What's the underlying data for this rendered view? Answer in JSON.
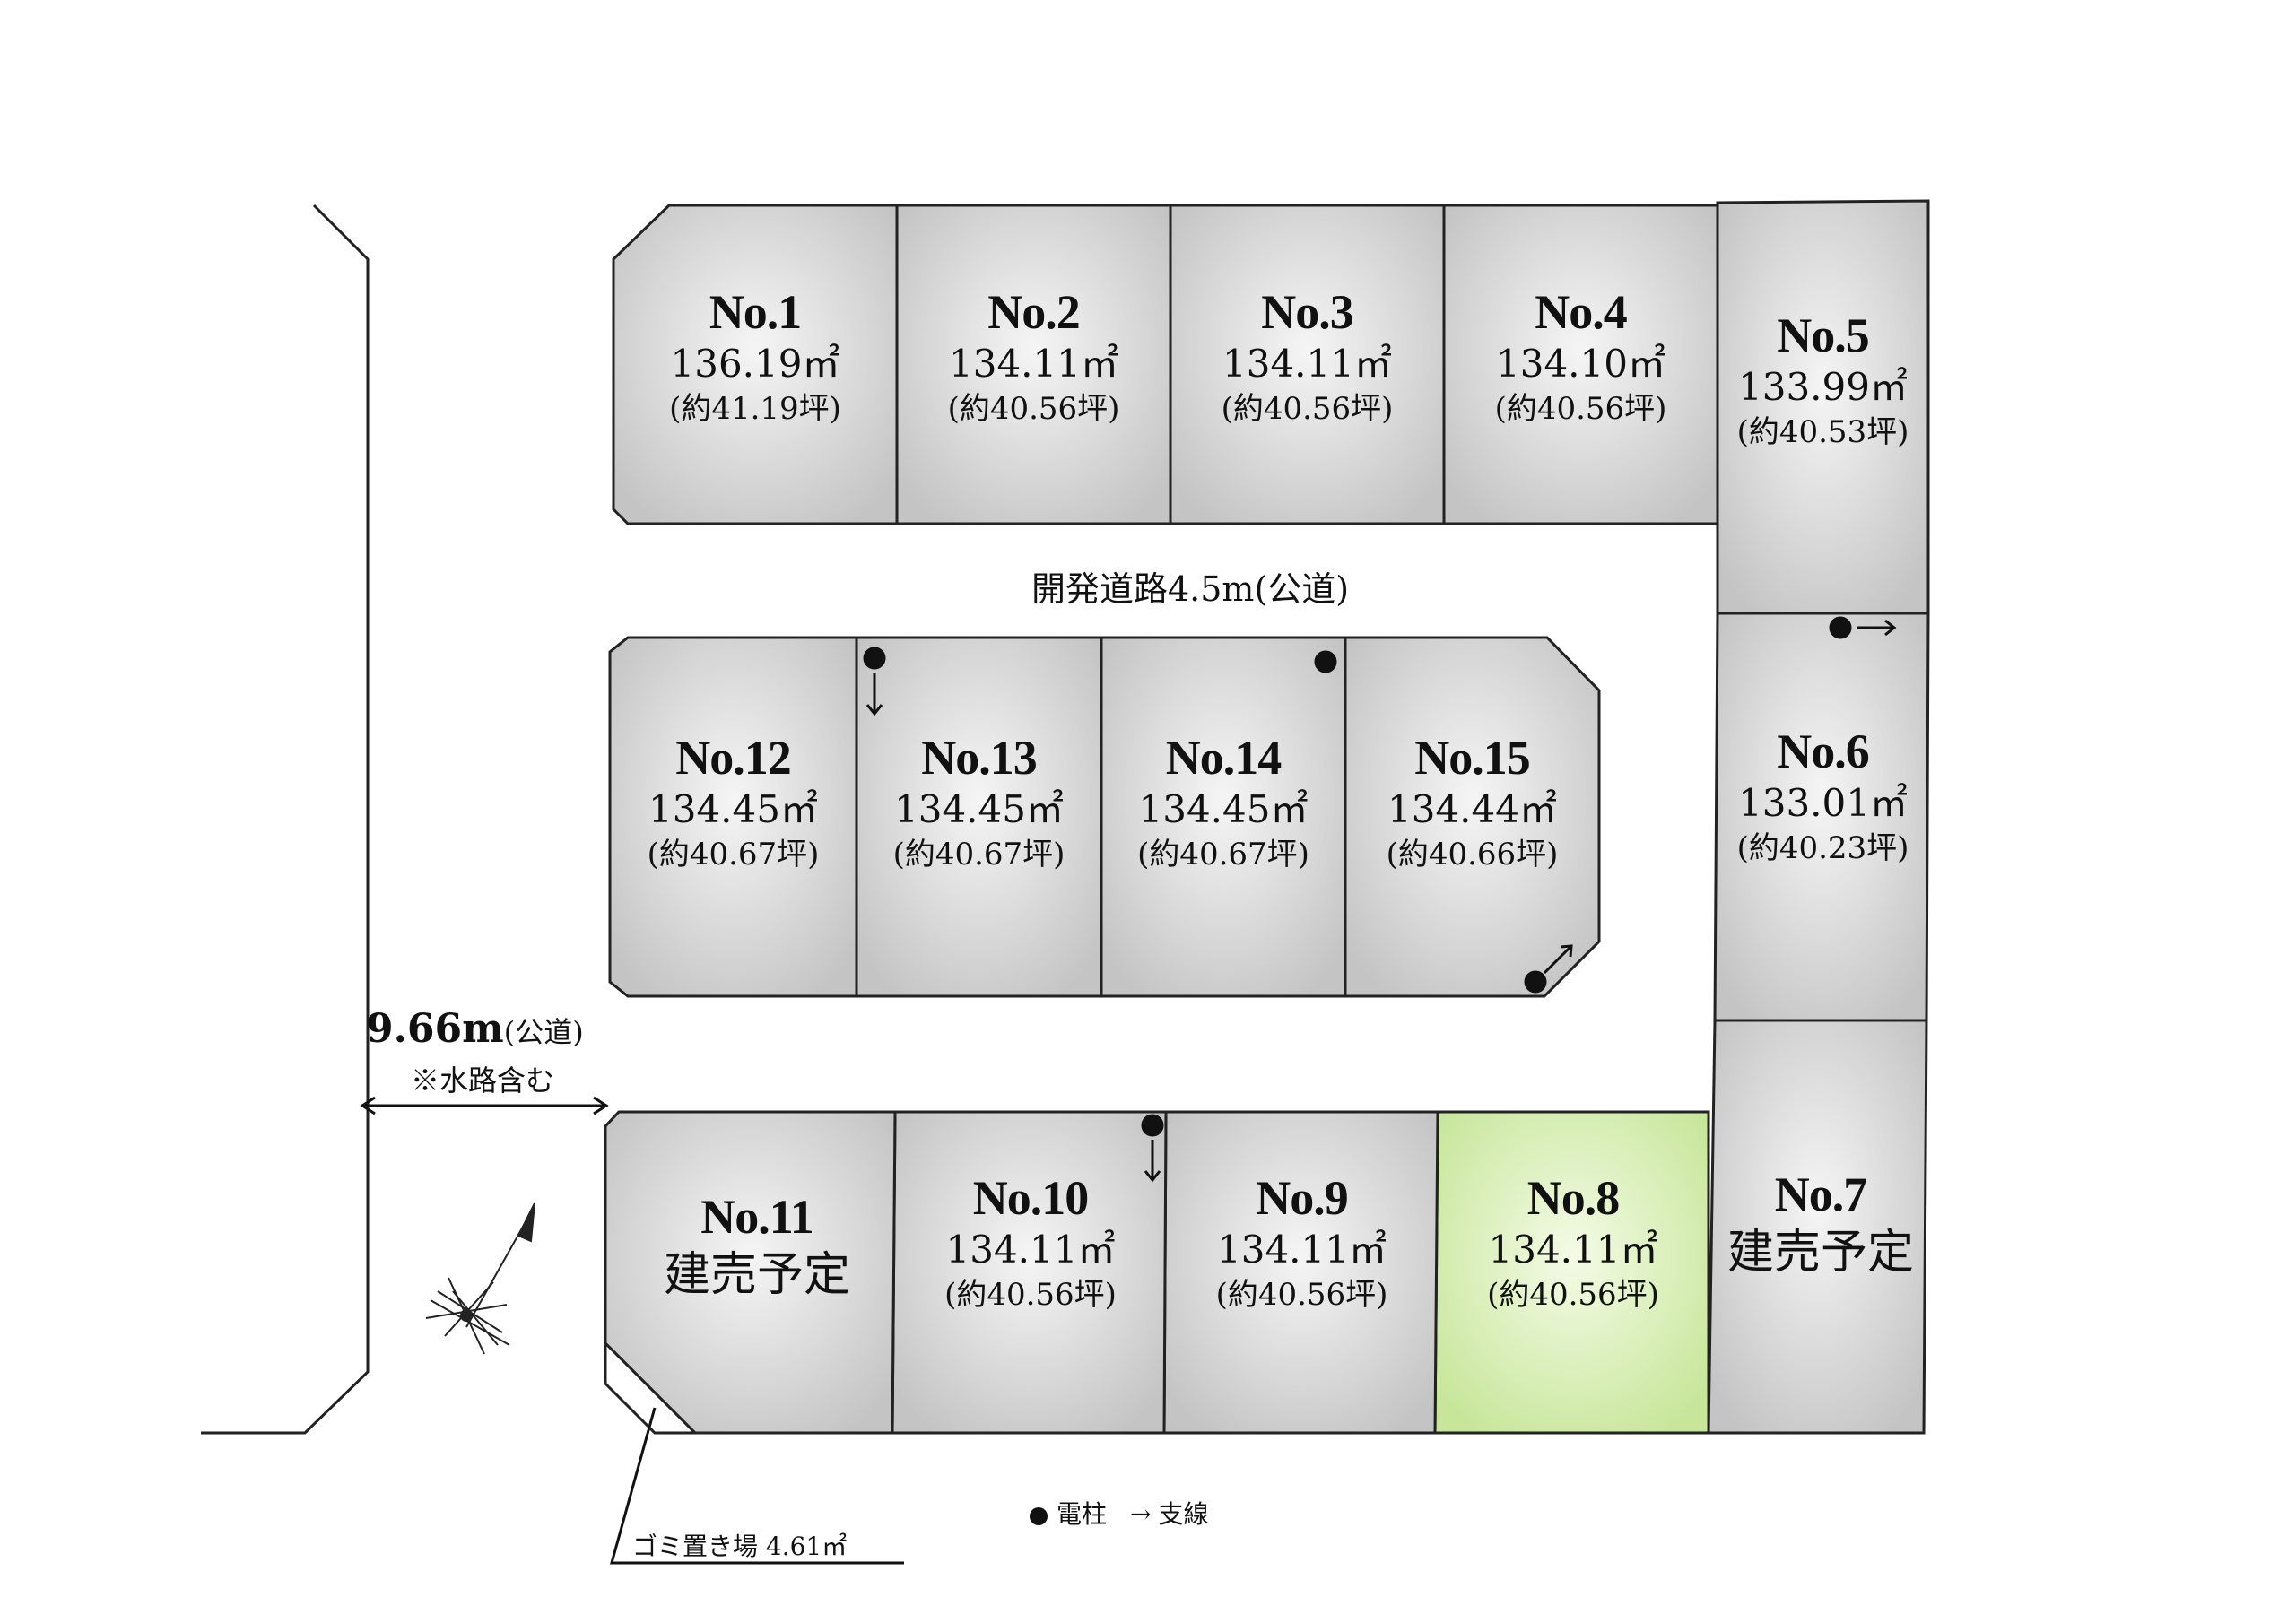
{
  "lots": [
    {
      "id": "1",
      "number": "No.1",
      "area": "136.19㎡",
      "tsubo": "(約41.19坪)",
      "status": null,
      "highlight": false
    },
    {
      "id": "2",
      "number": "No.2",
      "area": "134.11㎡",
      "tsubo": "(約40.56坪)",
      "status": null,
      "highlight": false
    },
    {
      "id": "3",
      "number": "No.3",
      "area": "134.11㎡",
      "tsubo": "(約40.56坪)",
      "status": null,
      "highlight": false
    },
    {
      "id": "4",
      "number": "No.4",
      "area": "134.10㎡",
      "tsubo": "(約40.56坪)",
      "status": null,
      "highlight": false
    },
    {
      "id": "5",
      "number": "No.5",
      "area": "133.99㎡",
      "tsubo": "(約40.53坪)",
      "status": null,
      "highlight": false
    },
    {
      "id": "6",
      "number": "No.6",
      "area": "133.01㎡",
      "tsubo": "(約40.23坪)",
      "status": null,
      "highlight": false
    },
    {
      "id": "7",
      "number": "No.7",
      "area": null,
      "tsubo": null,
      "status": "建売予定",
      "highlight": false
    },
    {
      "id": "8",
      "number": "No.8",
      "area": "134.11㎡",
      "tsubo": "(約40.56坪)",
      "status": null,
      "highlight": true
    },
    {
      "id": "9",
      "number": "No.9",
      "area": "134.11㎡",
      "tsubo": "(約40.56坪)",
      "status": null,
      "highlight": false
    },
    {
      "id": "10",
      "number": "No.10",
      "area": "134.11㎡",
      "tsubo": "(約40.56坪)",
      "status": null,
      "highlight": false
    },
    {
      "id": "11",
      "number": "No.11",
      "area": null,
      "tsubo": null,
      "status": "建売予定",
      "highlight": false
    },
    {
      "id": "12",
      "number": "No.12",
      "area": "134.45㎡",
      "tsubo": "(約40.67坪)",
      "status": null,
      "highlight": false
    },
    {
      "id": "13",
      "number": "No.13",
      "area": "134.45㎡",
      "tsubo": "(約40.67坪)",
      "status": null,
      "highlight": false
    },
    {
      "id": "14",
      "number": "No.14",
      "area": "134.45㎡",
      "tsubo": "(約40.67坪)",
      "status": null,
      "highlight": false
    },
    {
      "id": "15",
      "number": "No.15",
      "area": "134.44㎡",
      "tsubo": "(約40.66坪)",
      "status": null,
      "highlight": false
    }
  ],
  "road_label": "開発道路4.5m(公道)",
  "public_road": {
    "width": "9.66m",
    "type": "(公道)",
    "note": "※水路含む"
  },
  "garbage": "ゴミ置き場 4.61㎡",
  "legend": {
    "pole_label": "電柱",
    "stay_symbol": "→",
    "stay_label": "支線"
  },
  "colors": {
    "lot_fill": "#c8c8c8",
    "lot_center": "#f4f4f4",
    "highlight_fill": "#cde9a6",
    "highlight_center": "#f3fbe5",
    "line": "#222222"
  }
}
